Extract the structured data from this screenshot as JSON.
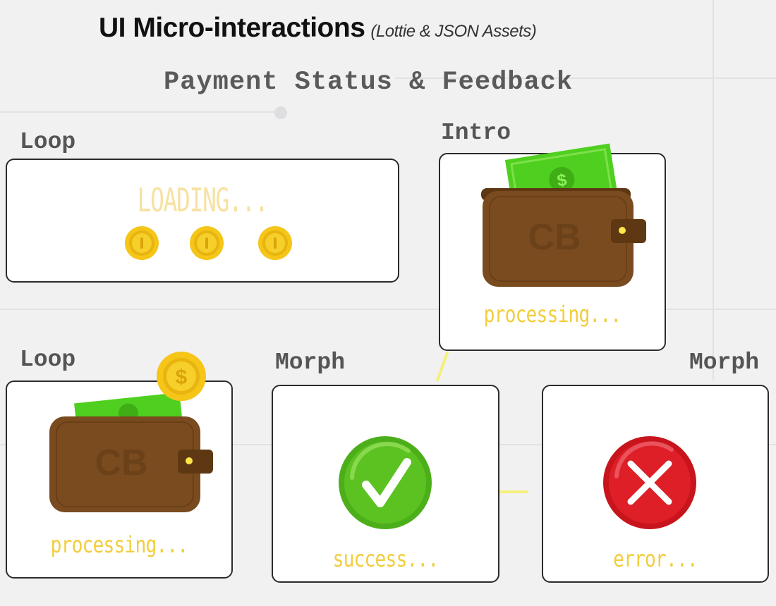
{
  "header": {
    "title": "UI Micro-interactions",
    "title_note": "(Lottie & JSON Assets)",
    "subtitle": "Payment Status & Feedback"
  },
  "cards": {
    "loading": {
      "label": "Loop",
      "text": "LOADING..."
    },
    "intro": {
      "label": "Intro",
      "status": "processing..."
    },
    "loop_wallet": {
      "label": "Loop",
      "status": "processing..."
    },
    "success": {
      "label": "Morph",
      "status": "success..."
    },
    "error": {
      "label": "Morph",
      "status": "error..."
    }
  },
  "wallet": {
    "monogram": "CB"
  },
  "colors": {
    "background": "#f1f1f2",
    "status_text": "#f2cd3c",
    "coin": "#f5c518",
    "cash": "#4fcf1f",
    "wallet": "#7a4b1f",
    "success": "#4caf1a",
    "error": "#c8141c"
  },
  "icons": [
    "coin-icon",
    "wallet-icon",
    "cash-icon",
    "checkmark-icon",
    "cross-icon"
  ]
}
